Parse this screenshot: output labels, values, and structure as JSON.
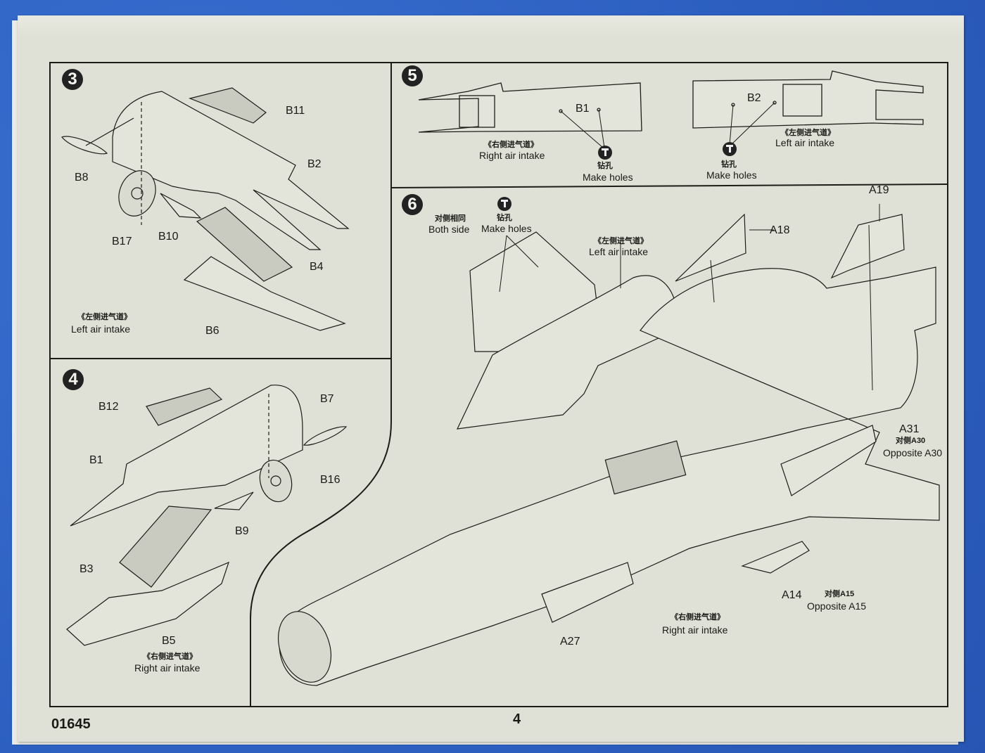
{
  "document": {
    "product_code": "01645",
    "page_number": "4",
    "colors": {
      "paper": "#dfe1d6",
      "ink": "#1a1a16",
      "background": "#2f63c4"
    }
  },
  "steps": [
    {
      "number": "3",
      "parts": [
        "B11",
        "B2",
        "B8",
        "B17",
        "B10",
        "B4",
        "B6"
      ],
      "caption_cn": "《左侧进气道》",
      "caption_en": "Left air intake"
    },
    {
      "number": "4",
      "parts": [
        "B12",
        "B7",
        "B1",
        "B16",
        "B9",
        "B3",
        "B5"
      ],
      "caption_cn": "《右侧进气道》",
      "caption_en": "Right air intake"
    },
    {
      "number": "5",
      "right": {
        "part": "B1",
        "caption_cn": "《右侧进气道》",
        "caption_en": "Right air intake",
        "drill_cn": "钻孔",
        "drill_en": "Make holes"
      },
      "left": {
        "part": "B2",
        "caption_cn": "《左侧进气道》",
        "caption_en": "Left air intake",
        "drill_cn": "钻孔",
        "drill_en": "Make holes"
      }
    },
    {
      "number": "6",
      "both_side_cn": "对侧相同",
      "both_side_en": "Both side",
      "drill_cn": "钻孔",
      "drill_en": "Make holes",
      "left_intake_cn": "《左侧进气道》",
      "left_intake_en": "Left air intake",
      "right_intake_cn": "《右侧进气道》",
      "right_intake_en": "Right air intake",
      "parts": [
        "A18",
        "A19",
        "A31",
        "A14",
        "A27"
      ],
      "a31_opposite_cn": "对侧A30",
      "a31_opposite_en": "Opposite A30",
      "a14_opposite_cn": "对侧A15",
      "a14_opposite_en": "Opposite A15"
    }
  ],
  "icons": {
    "step_marker": "filled-circle-number",
    "drill": "drill-bit-icon"
  }
}
